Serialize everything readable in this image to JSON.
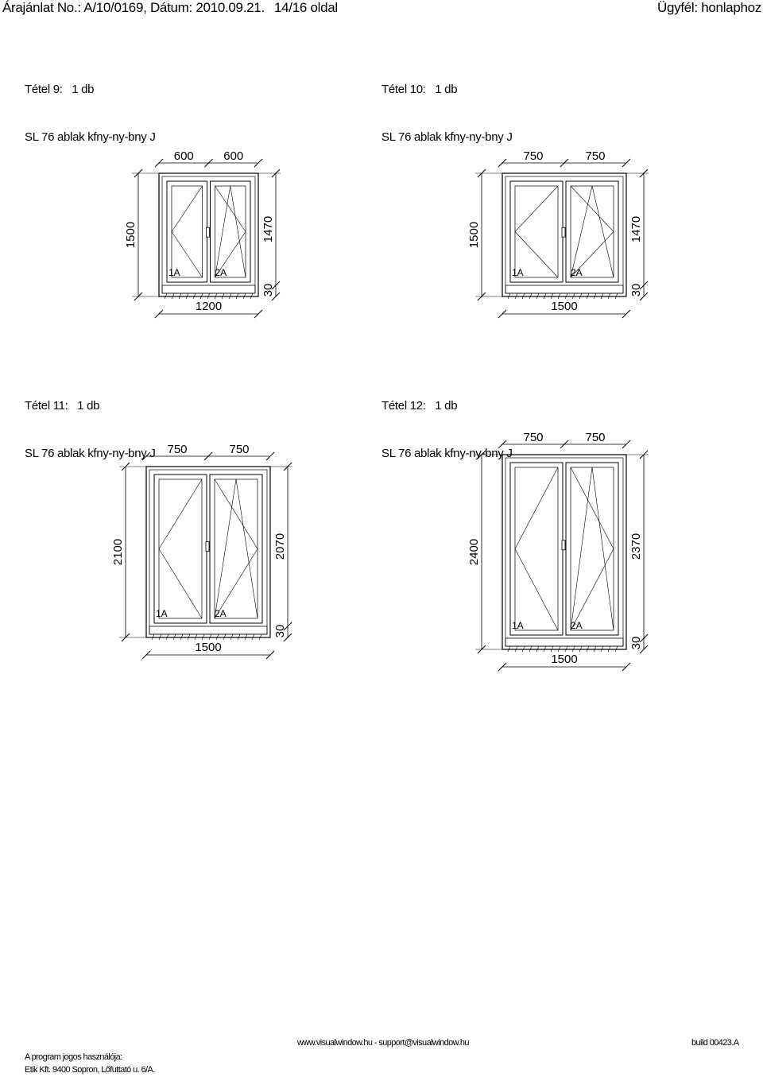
{
  "header": {
    "left": "Árajánlat No.: A/10/0169, Dátum: 2010.09.21.",
    "page": "14/16 oldal",
    "right": "Ügyfél: honlaphoz"
  },
  "items": [
    {
      "title": "Tétel 9:   1 db",
      "subtitle": "SL 76 ablak kfny-ny-bny J",
      "dims": {
        "top_left": "600",
        "top_right": "600",
        "height_outer": "1500",
        "height_inner": "1470",
        "sill": "30",
        "width": "1200"
      },
      "sash_labels": [
        "1A",
        "2A"
      ]
    },
    {
      "title": "Tétel 10:   1 db",
      "subtitle": "SL 76 ablak kfny-ny-bny J",
      "dims": {
        "top_left": "750",
        "top_right": "750",
        "height_outer": "1500",
        "height_inner": "1470",
        "sill": "30",
        "width": "1500"
      },
      "sash_labels": [
        "1A",
        "2A"
      ]
    },
    {
      "title": "Tétel 11:   1 db",
      "subtitle": "SL 76 ablak kfny-ny-bny J",
      "dims": {
        "top_left": "750",
        "top_right": "750",
        "height_outer": "2100",
        "height_inner": "2070",
        "sill": "30",
        "width": "1500"
      },
      "sash_labels": [
        "1A",
        "2A"
      ]
    },
    {
      "title": "Tétel 12:   1 db",
      "subtitle": "SL 76 ablak kfny-ny-bny J",
      "dims": {
        "top_left": "750",
        "top_right": "750",
        "height_outer": "2400",
        "height_inner": "2370",
        "sill": "30",
        "width": "1500"
      },
      "sash_labels": [
        "1A",
        "2A"
      ]
    }
  ],
  "footer": {
    "links": "www.visualwindow.hu - support@visualwindow.hu",
    "build": "build 00423.A",
    "licensee_label": "A program jogos használója:",
    "licensee": "Etik Kft.   9400 Sopron, Lőfuttató u. 6/A."
  }
}
